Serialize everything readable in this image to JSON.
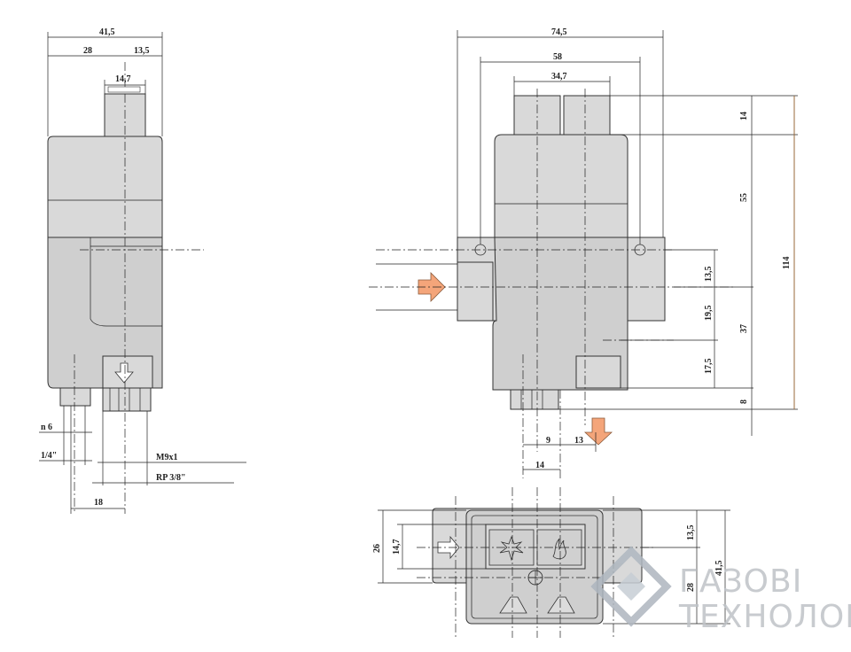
{
  "side_view": {
    "dim_overall_width": "41,5",
    "dim_left": "28",
    "dim_right": "13,5",
    "dim_connector": "14,7",
    "dim_n6": "n 6",
    "dim_quarter": "1/4\"",
    "dim_m9": "M9x1",
    "dim_rp": "RP 3/8\"",
    "dim_18": "18"
  },
  "front_view": {
    "dim_overall_width": "74,5",
    "dim_58": "58",
    "dim_34_7": "34,7",
    "dim_14_top": "14",
    "dim_55": "55",
    "dim_114": "114",
    "dim_13_5": "13,5",
    "dim_19_5": "19,5",
    "dim_37": "37",
    "dim_17_5": "17,5",
    "dim_8": "8",
    "dim_9": "9",
    "dim_13": "13",
    "dim_14_bottom": "14"
  },
  "top_view": {
    "dim_26": "26",
    "dim_14_7": "14,7",
    "dim_13_5": "13,5",
    "dim_28": "28",
    "dim_41_5": "41,5"
  },
  "brand": {
    "line1": "ГАЗОВІ",
    "line2": "ТЕХНОЛОГІЇ",
    "logo_color": "#aeb6bf"
  },
  "colors": {
    "flow_arrow": "#f4a57a",
    "dimension_line": "#9a6a3a"
  }
}
